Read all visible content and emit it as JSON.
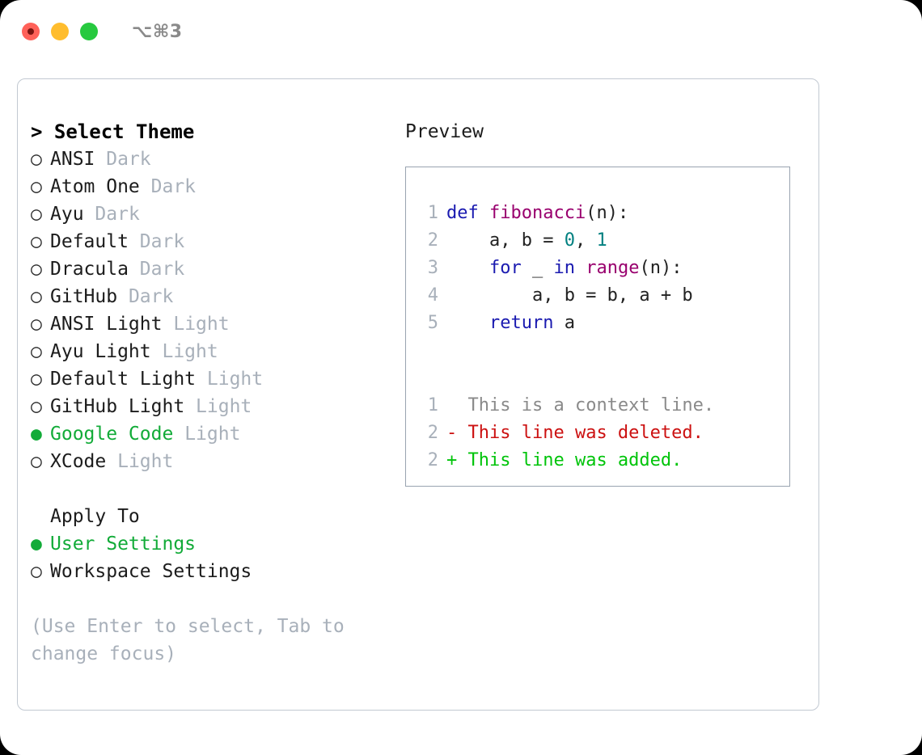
{
  "titlebar": {
    "shortcut": "⌥⌘3",
    "buttons": [
      "close",
      "minimize",
      "maximize"
    ]
  },
  "theme_picker": {
    "header": "> Select Theme",
    "items": [
      {
        "marker": "○",
        "name": "ANSI",
        "kind": "Dark",
        "selected": false
      },
      {
        "marker": "○",
        "name": "Atom One",
        "kind": "Dark",
        "selected": false
      },
      {
        "marker": "○",
        "name": "Ayu",
        "kind": "Dark",
        "selected": false
      },
      {
        "marker": "○",
        "name": "Default",
        "kind": "Dark",
        "selected": false
      },
      {
        "marker": "○",
        "name": "Dracula",
        "kind": "Dark",
        "selected": false
      },
      {
        "marker": "○",
        "name": "GitHub",
        "kind": "Dark",
        "selected": false
      },
      {
        "marker": "○",
        "name": "ANSI Light",
        "kind": "Light",
        "selected": false
      },
      {
        "marker": "○",
        "name": "Ayu Light",
        "kind": "Light",
        "selected": false
      },
      {
        "marker": "○",
        "name": "Default Light",
        "kind": "Light",
        "selected": false
      },
      {
        "marker": "○",
        "name": "GitHub Light",
        "kind": "Light",
        "selected": false
      },
      {
        "marker": "●",
        "name": "Google Code",
        "kind": "Light",
        "selected": true
      },
      {
        "marker": "○",
        "name": "XCode",
        "kind": "Light",
        "selected": false
      }
    ]
  },
  "apply_to": {
    "title": "Apply To",
    "items": [
      {
        "marker": "●",
        "label": "User Settings",
        "selected": true
      },
      {
        "marker": "○",
        "label": "Workspace Settings",
        "selected": false
      }
    ]
  },
  "hint": "(Use Enter to select, Tab to change focus)",
  "preview": {
    "title": "Preview",
    "code_lines": [
      {
        "no": "1",
        "tokens": [
          {
            "t": "def",
            "c": "kw"
          },
          {
            "t": " ",
            "c": "pl"
          },
          {
            "t": "fibonacci",
            "c": "fn"
          },
          {
            "t": "(n):",
            "c": "pl"
          }
        ]
      },
      {
        "no": "2",
        "tokens": [
          {
            "t": "    a, b = ",
            "c": "pl"
          },
          {
            "t": "0",
            "c": "num"
          },
          {
            "t": ", ",
            "c": "pl"
          },
          {
            "t": "1",
            "c": "num"
          }
        ]
      },
      {
        "no": "3",
        "tokens": [
          {
            "t": "    ",
            "c": "pl"
          },
          {
            "t": "for",
            "c": "kw"
          },
          {
            "t": " _ ",
            "c": "pl"
          },
          {
            "t": "in",
            "c": "kw"
          },
          {
            "t": " ",
            "c": "pl"
          },
          {
            "t": "range",
            "c": "fn"
          },
          {
            "t": "(n):",
            "c": "pl"
          }
        ]
      },
      {
        "no": "4",
        "tokens": [
          {
            "t": "        a, b = b, a + b",
            "c": "pl"
          }
        ]
      },
      {
        "no": "5",
        "tokens": [
          {
            "t": "    ",
            "c": "pl"
          },
          {
            "t": "return",
            "c": "kw"
          },
          {
            "t": " a",
            "c": "pl"
          }
        ]
      }
    ],
    "diff_lines": [
      {
        "no": "1",
        "prefix": "  ",
        "text": "This is a context line.",
        "kind": "context"
      },
      {
        "no": "2",
        "prefix": "- ",
        "text": "This line was deleted.",
        "kind": "deleted"
      },
      {
        "no": "2",
        "prefix": "+ ",
        "text": "This line was added.",
        "kind": "added"
      }
    ]
  },
  "colors": {
    "accent_green": "#12ab38",
    "muted": "#a8b0ba",
    "keyword": "#1a1ab0",
    "function": "#99006e",
    "number": "#008080",
    "diff_add": "#00c40a",
    "diff_del": "#cc1111",
    "panel_border": "#c2c9d2",
    "preview_border": "#99a3b0"
  }
}
